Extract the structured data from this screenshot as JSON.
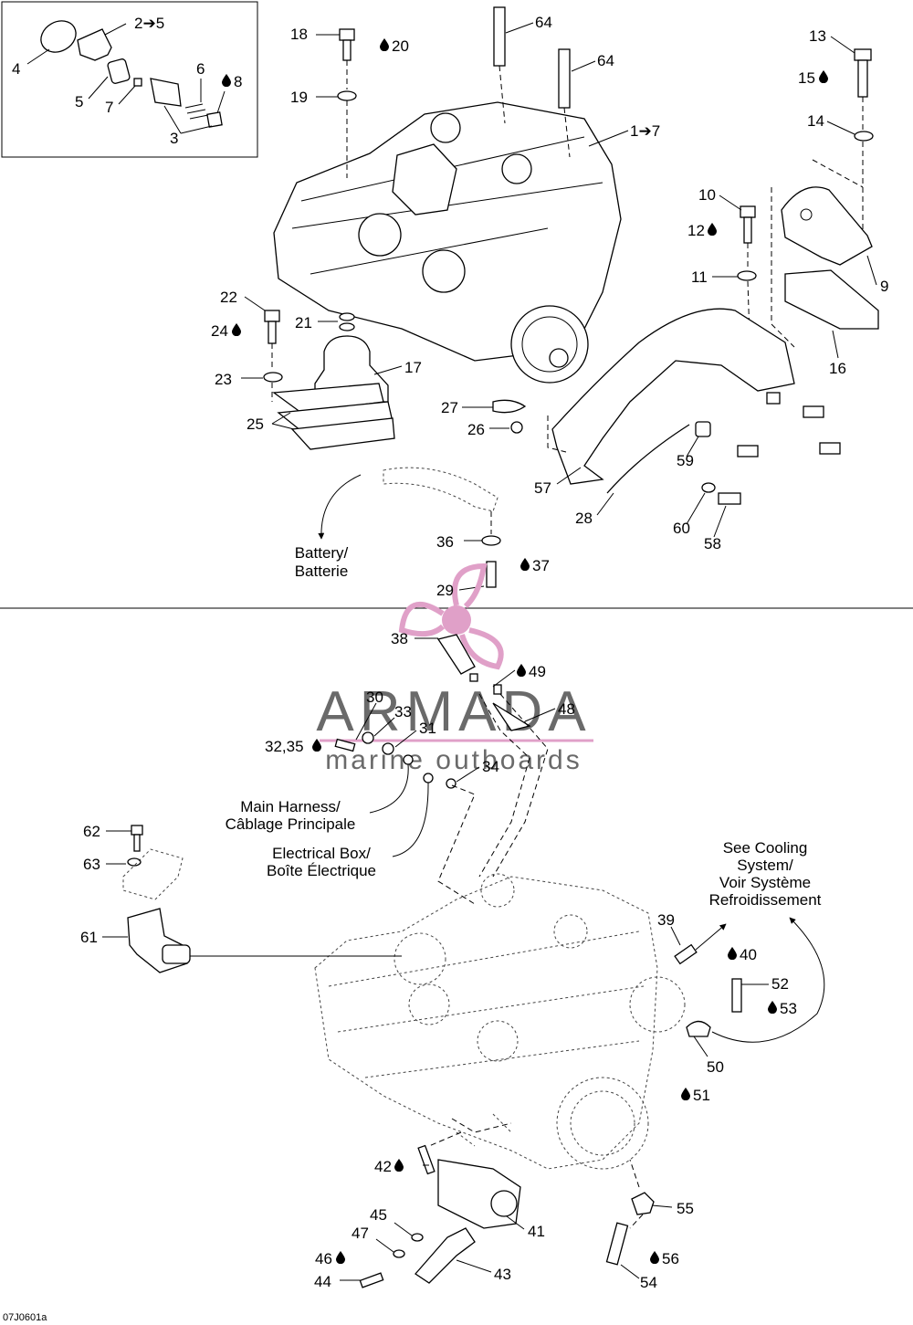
{
  "diagram_code": "07J0601a",
  "watermark": {
    "brand": "ARMADA",
    "tagline": "marine outboards",
    "accent_color": "#e0a0c8"
  },
  "callouts": [
    {
      "id": "c-2-5",
      "text": "2➔5"
    },
    {
      "id": "c-4",
      "text": "4"
    },
    {
      "id": "c-5",
      "text": "5"
    },
    {
      "id": "c-6",
      "text": "6"
    },
    {
      "id": "c-7",
      "text": "7"
    },
    {
      "id": "c-8",
      "text": "8"
    },
    {
      "id": "c-3",
      "text": "3"
    },
    {
      "id": "c-18",
      "text": "18"
    },
    {
      "id": "c-20",
      "text": "20"
    },
    {
      "id": "c-19",
      "text": "19"
    },
    {
      "id": "c-64a",
      "text": "64"
    },
    {
      "id": "c-64b",
      "text": "64"
    },
    {
      "id": "c-1-7",
      "text": "1➔7"
    },
    {
      "id": "c-13",
      "text": "13"
    },
    {
      "id": "c-15",
      "text": "15"
    },
    {
      "id": "c-14",
      "text": "14"
    },
    {
      "id": "c-10",
      "text": "10"
    },
    {
      "id": "c-12",
      "text": "12"
    },
    {
      "id": "c-11",
      "text": "11"
    },
    {
      "id": "c-9",
      "text": "9"
    },
    {
      "id": "c-16",
      "text": "16"
    },
    {
      "id": "c-22",
      "text": "22"
    },
    {
      "id": "c-24",
      "text": "24"
    },
    {
      "id": "c-21",
      "text": "21"
    },
    {
      "id": "c-23",
      "text": "23"
    },
    {
      "id": "c-17",
      "text": "17"
    },
    {
      "id": "c-25",
      "text": "25"
    },
    {
      "id": "c-27",
      "text": "27"
    },
    {
      "id": "c-26",
      "text": "26"
    },
    {
      "id": "c-59",
      "text": "59"
    },
    {
      "id": "c-57",
      "text": "57"
    },
    {
      "id": "c-28",
      "text": "28"
    },
    {
      "id": "c-60",
      "text": "60"
    },
    {
      "id": "c-58",
      "text": "58"
    },
    {
      "id": "c-36",
      "text": "36"
    },
    {
      "id": "c-37",
      "text": "37"
    },
    {
      "id": "c-29",
      "text": "29"
    },
    {
      "id": "c-38",
      "text": "38"
    },
    {
      "id": "c-49",
      "text": "49"
    },
    {
      "id": "c-30",
      "text": "30"
    },
    {
      "id": "c-33",
      "text": "33"
    },
    {
      "id": "c-48",
      "text": "48"
    },
    {
      "id": "c-31",
      "text": "31"
    },
    {
      "id": "c-32-35",
      "text": "32,35"
    },
    {
      "id": "c-34",
      "text": "34"
    },
    {
      "id": "c-62",
      "text": "62"
    },
    {
      "id": "c-63",
      "text": "63"
    },
    {
      "id": "c-61",
      "text": "61"
    },
    {
      "id": "c-39",
      "text": "39"
    },
    {
      "id": "c-40",
      "text": "40"
    },
    {
      "id": "c-52",
      "text": "52"
    },
    {
      "id": "c-53",
      "text": "53"
    },
    {
      "id": "c-50",
      "text": "50"
    },
    {
      "id": "c-51",
      "text": "51"
    },
    {
      "id": "c-42",
      "text": "42"
    },
    {
      "id": "c-41",
      "text": "41"
    },
    {
      "id": "c-55",
      "text": "55"
    },
    {
      "id": "c-45",
      "text": "45"
    },
    {
      "id": "c-47",
      "text": "47"
    },
    {
      "id": "c-46",
      "text": "46"
    },
    {
      "id": "c-43",
      "text": "43"
    },
    {
      "id": "c-56",
      "text": "56"
    },
    {
      "id": "c-44",
      "text": "44"
    },
    {
      "id": "c-54",
      "text": "54"
    }
  ],
  "notes": {
    "battery_1": "Battery/",
    "battery_2": "Batterie",
    "harness_1": "Main Harness/",
    "harness_2": "Câblage Principale",
    "ebox_1": "Electrical Box/",
    "ebox_2": "Boîte Électrique",
    "cooling_1": "See Cooling",
    "cooling_2": "System/",
    "cooling_3": "Voir Système",
    "cooling_4": "Refroidissement"
  },
  "icons": {
    "drop": "liquid-drop-icon (thread locker / lubricant)"
  }
}
